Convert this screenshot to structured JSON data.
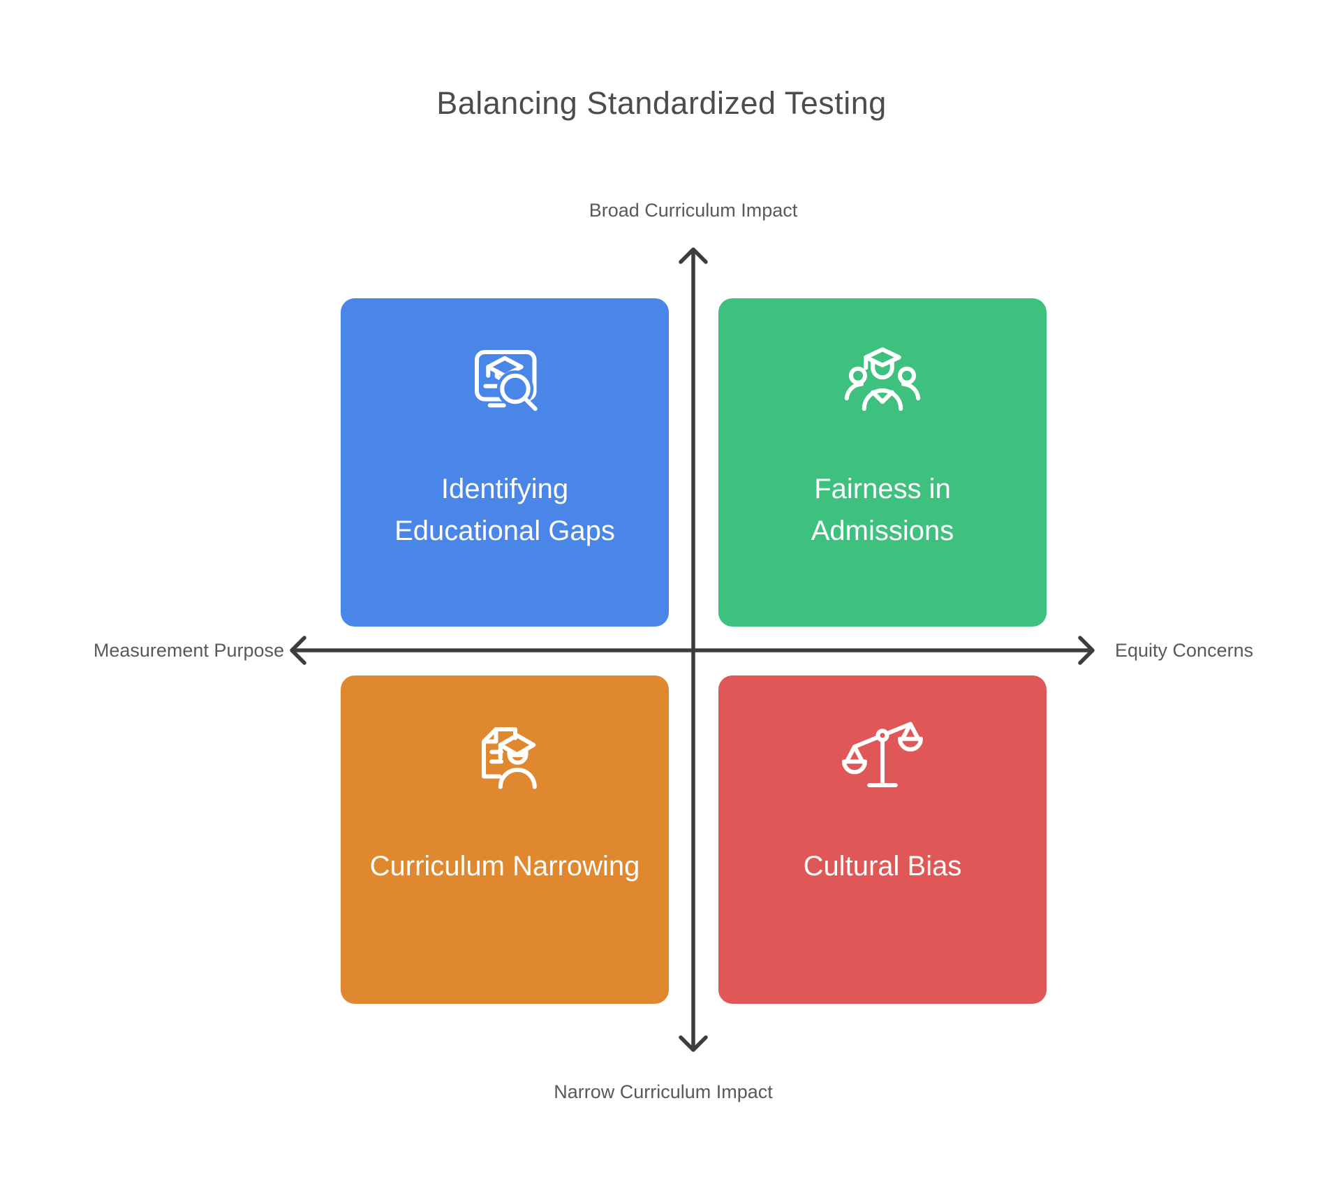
{
  "title": "Balancing Standardized Testing",
  "axes": {
    "top_label": "Broad Curriculum Impact",
    "bottom_label": "Narrow Curriculum Impact",
    "left_label": "Measurement Purpose",
    "right_label": "Equity Concerns"
  },
  "quadrants": {
    "top_left": {
      "label": "Identifying Educational Gaps",
      "color": "#4a86e8",
      "icon": "report-search-icon"
    },
    "top_right": {
      "label": "Fairness in Admissions",
      "color": "#3ec07e",
      "icon": "graduate-group-icon"
    },
    "bottom_left": {
      "label": "Curriculum Narrowing",
      "color": "#e0882f",
      "icon": "document-student-icon"
    },
    "bottom_right": {
      "label": "Cultural Bias",
      "color": "#e05757",
      "icon": "balance-scale-icon"
    }
  },
  "colors": {
    "background": "#ffffff",
    "axis": "#3d3d3d",
    "title_text": "#4c4c4c",
    "axis_label_text": "#595959",
    "card_text": "#ffffff"
  }
}
